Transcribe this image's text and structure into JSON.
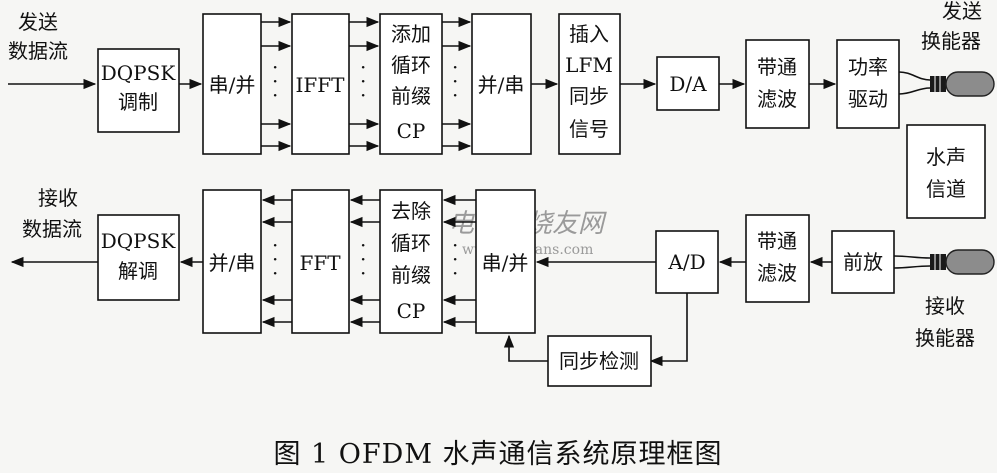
{
  "tx": {
    "input": [
      "发送",
      "数据流"
    ],
    "modulator": [
      "DQPSK",
      "调制"
    ],
    "s2p": "串/并",
    "ifft": "IFFT",
    "add_cp": [
      "添加",
      "循环",
      "前缀",
      "CP"
    ],
    "p2s": "并/串",
    "lfm": [
      "插入",
      "LFM",
      "同步",
      "信号"
    ],
    "dac": "D/A",
    "bandpass": [
      "带通",
      "滤波"
    ],
    "power_amp": [
      "功率",
      "驱动"
    ],
    "transducer": [
      "发送",
      "换能器"
    ]
  },
  "channel": [
    "水声",
    "信道"
  ],
  "rx": {
    "output": [
      "接收",
      "数据流"
    ],
    "demodulator": [
      "DQPSK",
      "解调"
    ],
    "p2s": "并/串",
    "fft": "FFT",
    "remove_cp": [
      "去除",
      "循环",
      "前缀",
      "CP"
    ],
    "s2p": "串/并",
    "adc": "A/D",
    "bandpass": [
      "带通",
      "滤波"
    ],
    "preamp": "前放",
    "transducer": [
      "接收",
      "换能器"
    ],
    "sync_detect": "同步检测"
  },
  "watermark": {
    "cn": "电子发烧友网",
    "url": "www.elecfans.com"
  },
  "caption": "图 1   OFDM 水声通信系统原理框图",
  "dots": "·"
}
